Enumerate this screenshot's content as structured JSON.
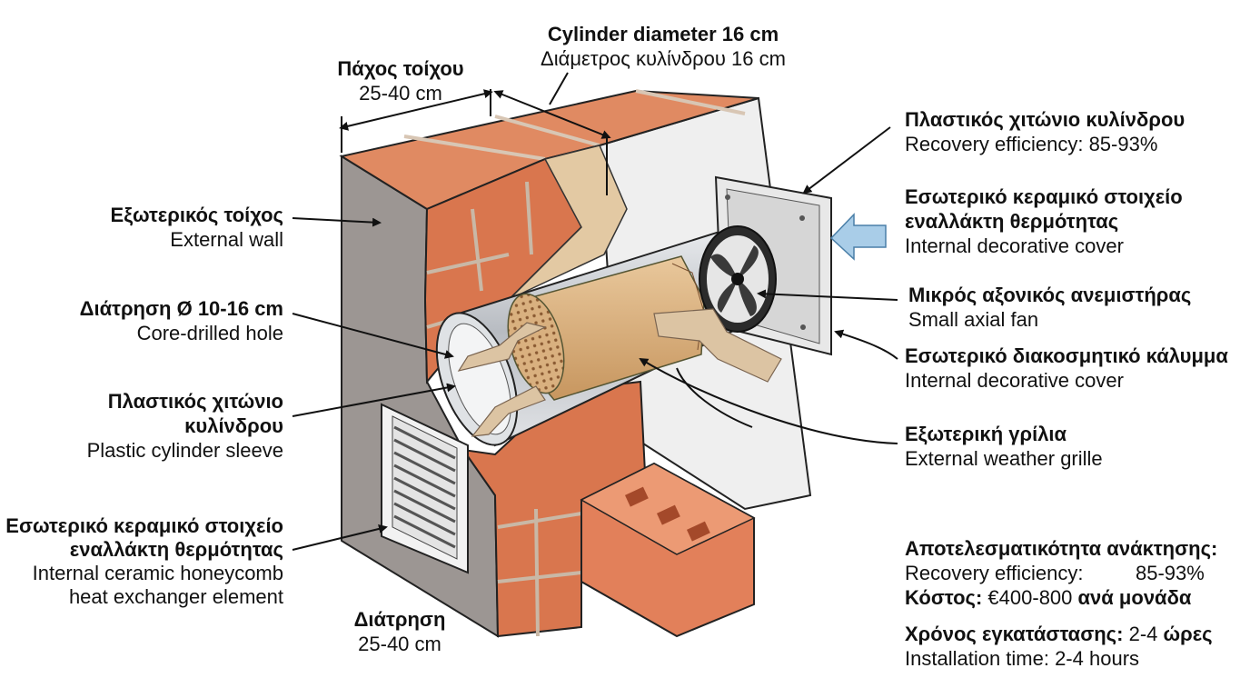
{
  "top": {
    "thickness_gr": "Πάχος τοίχου",
    "thickness_val": "25-40 cm",
    "diameter_en": "Cylinder diameter 16 cm",
    "diameter_gr": "Διάμετρος κυλίνδρου 16 cm"
  },
  "left": {
    "wall_gr": "Εξωτερικός τοίχος",
    "wall_en": "External wall",
    "hole_gr": "Διάτρηση Ø 10-16 cm",
    "hole_en": "Core-drilled hole",
    "sleeve_gr1": "Πλαστικός χιτώνιο",
    "sleeve_gr2": "κυλίνδρου",
    "sleeve_en": "Plastic cylinder sleeve",
    "core_gr1": "Εσωτερικό κεραμικό στοιχείο",
    "core_gr2": "εναλλάκτη θερμότητας",
    "core_en1": "Internal ceramic honeycomb",
    "core_en2": "heat exchanger element"
  },
  "bottom": {
    "drill_gr": "Διάτρηση",
    "drill_val": "25-40 cm"
  },
  "right": {
    "sleeve_gr": "Πλαστικός χιτώνιο κυλίνδρου",
    "sleeve_en": "Recovery efficiency: 85-93%",
    "core_gr1": "Εσωτερικό κεραμικό στοιχείο",
    "core_gr2": "εναλλάκτη θερμότητας",
    "core_en": "Internal decorative cover",
    "fan_gr": "Μικρός αξονικός ανεμιστήρας",
    "fan_en": "Small axial fan",
    "cover_gr": "Εσωτερικό διακοσμητικό κάλυμμα",
    "cover_en": "Internal decorative cover",
    "grille_gr": "Εξωτερική γρίλια",
    "grille_en": "External weather grille"
  },
  "summary": {
    "eff_label_gr": "Αποτελεσματικότητα ανάκτησης:",
    "eff_label_en": "Recovery efficiency:",
    "eff_value": "85-93%",
    "cost_label": "Κόστος:",
    "cost_value": "€400-800",
    "cost_unit": "ανά μονάδα",
    "time_label": "Χρόνος εγκατάστασης:",
    "time_value": "2-4",
    "time_unit": "ώρες",
    "time_en": "Installation time: 2-4 hours"
  },
  "colors": {
    "brick": "#d9764e",
    "brick_light": "#e8956e",
    "mortar": "#c9b8a6",
    "wall_grey": "#9a9491",
    "plaster": "#eeeeee",
    "sleeve": "#c9ccd0",
    "honeycomb": "#d9b07f",
    "air_arrow": "#d9c0a0",
    "cold_arrow": "#a9cde8"
  }
}
